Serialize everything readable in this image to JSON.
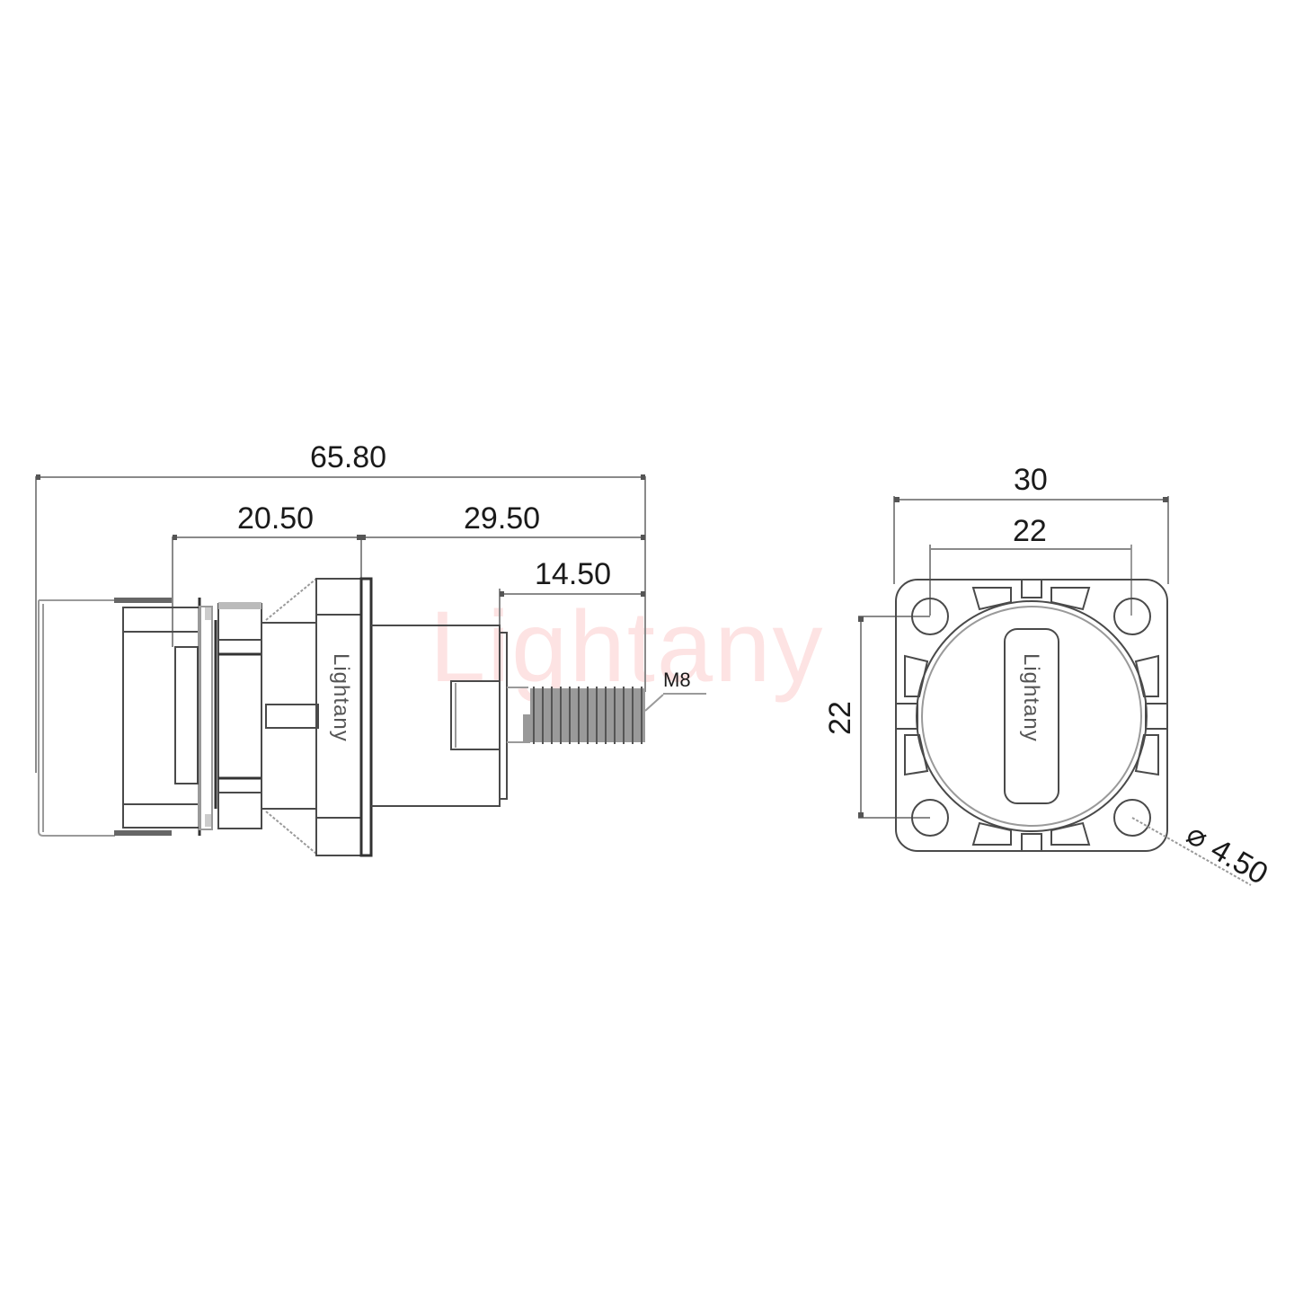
{
  "drawing": {
    "watermark": "Lightany",
    "watermark_color": "#fde3e3",
    "line_color": "#4a4a4a",
    "dimension_color": "#8a8a8a",
    "side_view": {
      "overall_length": "65.80",
      "body_length": "20.50",
      "rear_length": "29.50",
      "stud_length": "14.50",
      "thread_label": "M8",
      "brand_label": "Lightany"
    },
    "front_view": {
      "flange_width": "30",
      "hole_spacing_horizontal": "22",
      "hole_spacing_vertical": "22",
      "hole_diameter": "4.50",
      "diameter_symbol": "⌀",
      "brand_label": "Lightany"
    }
  }
}
